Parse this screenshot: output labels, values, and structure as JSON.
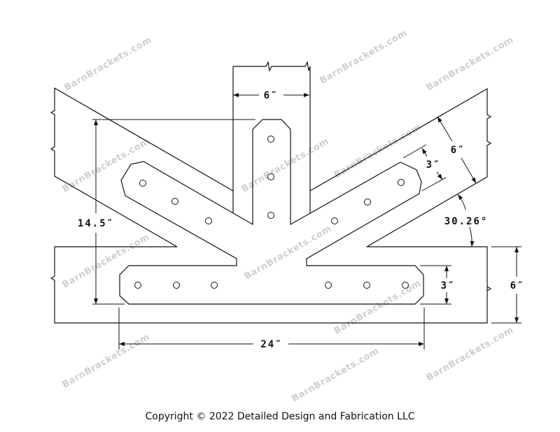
{
  "watermark": "BarnBrackets.com",
  "dimensions": {
    "post_width": "6″",
    "bracket_height": "14.5″",
    "bracket_length": "24″",
    "beam_strap_width": "3″",
    "beam_depth": "6″",
    "rafter_depth": "6″",
    "rafter_strap_width": "3″",
    "rafter_angle": "30.26°"
  },
  "footer": "Copyright © 2022 Detailed Design and Fabrication LLC"
}
